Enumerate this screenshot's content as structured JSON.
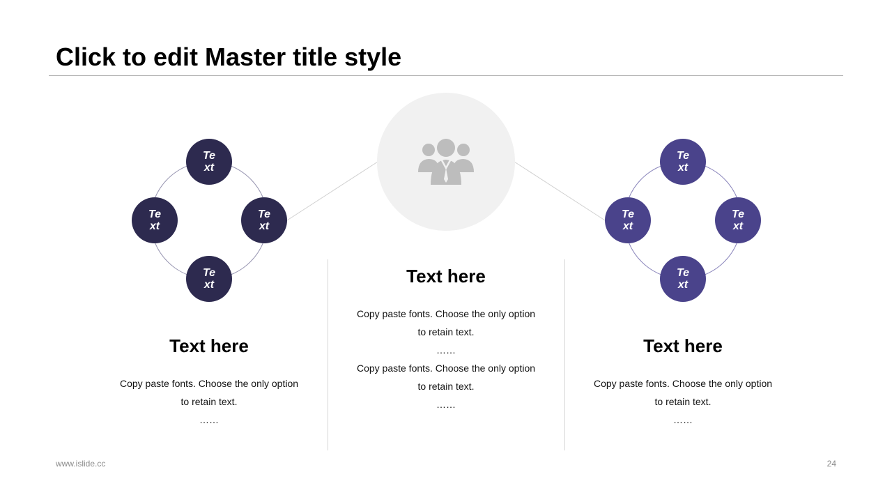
{
  "title": "Click to edit Master title style",
  "node_label": "Text",
  "left_group": {
    "color": "#2d2a4f",
    "heading": "Text here",
    "body": [
      "Copy paste fonts. Choose the only option",
      "to retain text.",
      "……"
    ]
  },
  "center": {
    "icon": "team-icon",
    "heading": "Text here",
    "body": [
      "Copy paste fonts. Choose the only option",
      "to retain text.",
      "……",
      "Copy paste fonts. Choose the only option",
      "to retain text.",
      "……"
    ]
  },
  "right_group": {
    "color": "#4a438b",
    "heading": "Text here",
    "body": [
      "Copy paste fonts. Choose the only option",
      "to retain text.",
      "……"
    ]
  },
  "footer": {
    "website": "www.islide.cc",
    "page_number": "24"
  }
}
